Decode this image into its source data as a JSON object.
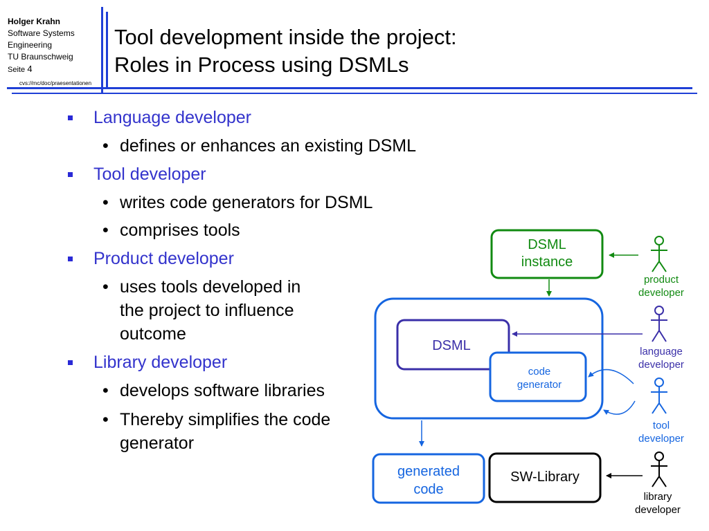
{
  "header": {
    "author_name": "Holger Krahn",
    "affiliation_line1": "Software Systems",
    "affiliation_line2": "Engineering",
    "affiliation_line3": "TU Braunschweig",
    "page_label": "Seite",
    "page_number": "4",
    "cvs_path": "cvs://mc/doc/praesentationen",
    "title_line1": "Tool development inside the project:",
    "title_line2": "Roles in Process using DSMLs"
  },
  "bullets": [
    {
      "label": "Language developer",
      "subs": [
        "defines or enhances an existing DSML"
      ]
    },
    {
      "label": "Tool developer",
      "subs": [
        "writes code generators for DSML",
        "comprises tools"
      ]
    },
    {
      "label": "Product developer",
      "subs": [
        "uses tools developed in",
        "the project to influence",
        "outcome"
      ]
    },
    {
      "label": "Library developer",
      "subs": [
        "develops software libraries",
        "Thereby simplifies the code",
        "generator"
      ]
    }
  ],
  "diagram": {
    "dsml_instance_line1": "DSML",
    "dsml_instance_line2": "instance",
    "dsml": "DSML",
    "code_generator_line1": "code",
    "code_generator_line2": "generator",
    "generated_code_line1": "generated",
    "generated_code_line2": "code",
    "sw_library": "SW-Library",
    "actors": {
      "product": [
        "product",
        "developer"
      ],
      "language": [
        "language",
        "developer"
      ],
      "tool": [
        "tool",
        "developer"
      ],
      "library": [
        "library",
        "developer"
      ]
    },
    "colors": {
      "green": "#118a11",
      "blue": "#1565e0",
      "purple": "#3a2fa8",
      "black": "#000000",
      "accent_line": "#1f3fd6",
      "bullet_text": "#3333cc"
    }
  }
}
